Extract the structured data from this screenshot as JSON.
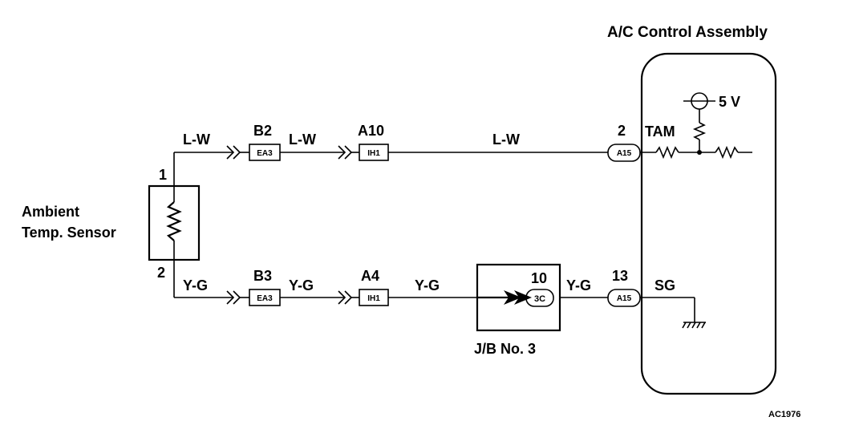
{
  "title": "A/C Control Assembly",
  "figure_code": "AC1976",
  "sensor": {
    "label_line1": "Ambient",
    "label_line2": "Temp. Sensor",
    "pin1": "1",
    "pin2": "2"
  },
  "top_circuit": {
    "wire_color_1": "L-W",
    "connector_1_name": "B2",
    "connector_1_code": "EA3",
    "wire_color_2": "L-W",
    "connector_2_name": "A10",
    "connector_2_code": "IH1",
    "wire_color_3": "L-W",
    "terminal_pin": "2",
    "terminal_code": "A15",
    "signal_name": "TAM",
    "supply": "5 V"
  },
  "bottom_circuit": {
    "wire_color_1": "Y-G",
    "connector_1_name": "B3",
    "connector_1_code": "EA3",
    "wire_color_2": "Y-G",
    "connector_2_name": "A4",
    "connector_2_code": "IH1",
    "wire_color_3": "Y-G",
    "jb_pin": "10",
    "jb_code": "3C",
    "jb_name": "J/B No. 3",
    "wire_color_4": "Y-G",
    "terminal_pin": "13",
    "terminal_code": "A15",
    "signal_name": "SG"
  }
}
